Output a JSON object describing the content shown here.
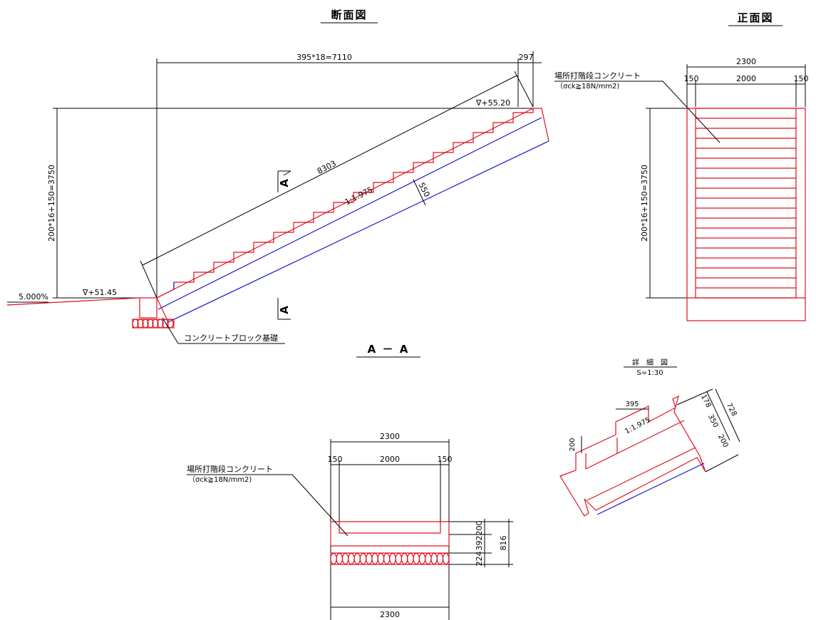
{
  "titles": {
    "section": "断面図",
    "front": "正面図",
    "aa": "A － A",
    "detail": "詳　細　図",
    "detail_scale": "S=1:30"
  },
  "section_view": {
    "dim_run": "395*18=7110",
    "dim_297": "297",
    "dim_slope_len": "8303",
    "dim_height": "200*16+150=3750",
    "elev_top": "∇+55.20",
    "elev_bottom": "∇+51.45",
    "grade": "5.000%",
    "slope": "1:1.975",
    "dim_550": "550",
    "cut_mark": "A",
    "label_block": "コンクリートブロック基礎"
  },
  "front_view": {
    "dim_total": "2300",
    "dim_150_left": "150",
    "dim_2000": "2000",
    "dim_150_right": "150",
    "dim_height": "200*16+150=3750",
    "label_concrete": "場所打階段コンクリート",
    "label_strength": "（σck≧18N/mm2)"
  },
  "aa_view": {
    "dim_total_top": "2300",
    "dim_150_left": "150",
    "dim_2000": "2000",
    "dim_150_right": "150",
    "dim_200": "200",
    "dim_392": "392",
    "dim_224": "224",
    "dim_816": "816",
    "dim_total_bottom": "2300",
    "label_concrete": "場所打階段コンクリート",
    "label_strength": "（σck≧18N/mm2)"
  },
  "detail_view": {
    "dim_395": "395",
    "dim_200": "200",
    "slope": "1:1.975",
    "dim_178": "178",
    "dim_350": "350",
    "dim_200b": "200",
    "dim_728": "728"
  }
}
